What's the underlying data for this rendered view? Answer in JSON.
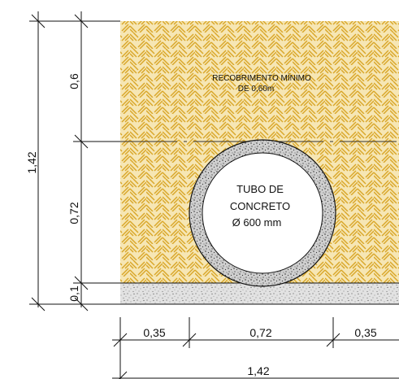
{
  "labels": {
    "cover_note_line1": "RECOBRIMENTO MÍNIMO",
    "cover_note_line2": "DE 0,60m",
    "pipe_line1": "TUBO DE",
    "pipe_line2": "CONCRETO",
    "pipe_line3": "Ø 600 mm"
  },
  "dimensions": {
    "vertical_total": "1,42",
    "vertical_cover": "0,6",
    "vertical_pipe": "0,72",
    "vertical_base": "0,1",
    "horizontal_left": "0,35",
    "horizontal_middle": "0,72",
    "horizontal_right": "0,35",
    "horizontal_total": "1,42"
  },
  "colors": {
    "backfill_base": "#f6e6b4",
    "backfill_weave": "#d9a628",
    "base_gravel": "#dcdcdc",
    "pipe_wall": "#9a9a9a",
    "line": "#111111"
  }
}
